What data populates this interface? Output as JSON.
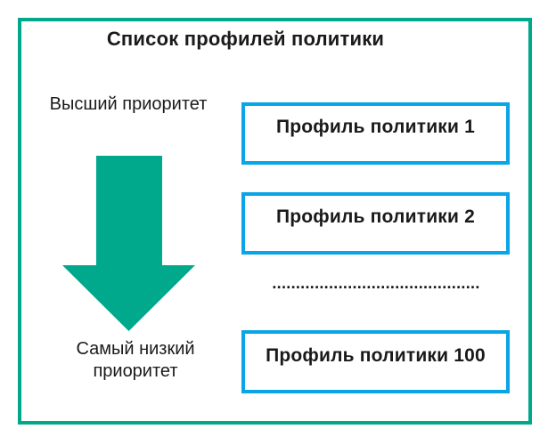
{
  "diagram": {
    "title": "Список профилей политики",
    "labels": {
      "highest_priority": "Высший приоритет",
      "lowest_priority": "Самый низкий приоритет"
    },
    "boxes": [
      {
        "label": "Профиль политики 1"
      },
      {
        "label": "Профиль политики 2"
      },
      {
        "label": "Профиль политики 100"
      }
    ],
    "ellipsis": "............................................",
    "colors": {
      "frame_border": "#00A88C",
      "arrow_fill": "#00A88C",
      "box_border": "#0AA5E6",
      "text": "#1A1A1A",
      "background": "#FFFFFF"
    }
  }
}
